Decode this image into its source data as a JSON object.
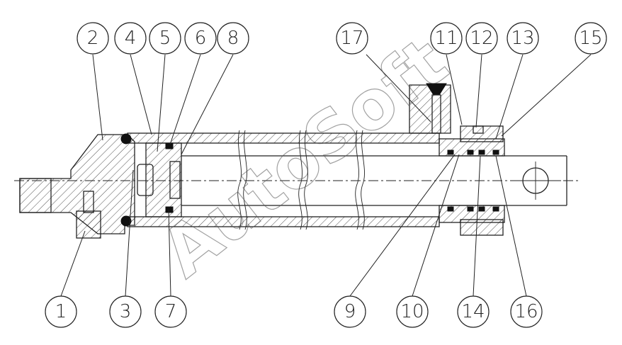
{
  "watermark": "AutoSoft",
  "balloons": {
    "b1": "1",
    "b2": "2",
    "b3": "3",
    "b4": "4",
    "b5": "5",
    "b6": "6",
    "b7": "7",
    "b8": "8",
    "b9": "9",
    "b10": "10",
    "b11": "11",
    "b12": "12",
    "b13": "13",
    "b14": "14",
    "b15": "15",
    "b16": "16",
    "b17": "17"
  }
}
